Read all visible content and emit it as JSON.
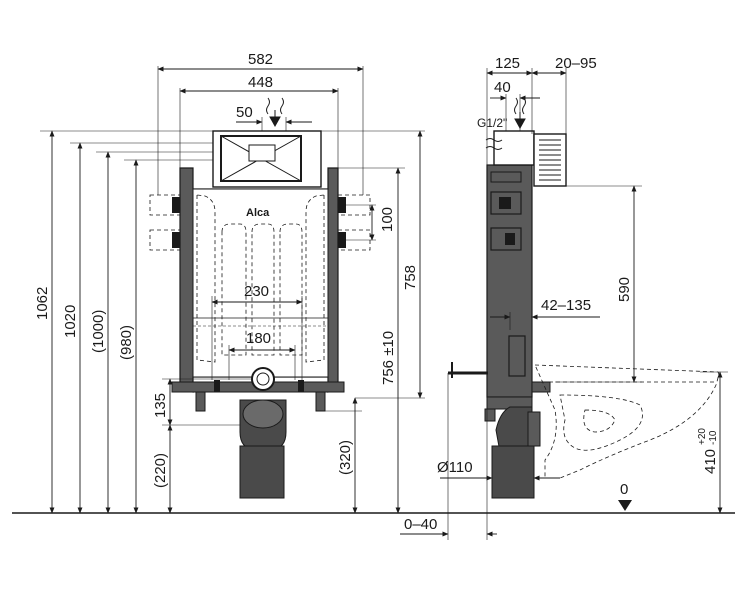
{
  "front_view": {
    "width_outer": "582",
    "width_inner": "448",
    "flush_offset": "50",
    "height_total": "1062",
    "height_1020": "1020",
    "height_1000": "(1000)",
    "height_980": "(980)",
    "bracket_spacing": "100",
    "frame_height": "758",
    "axis_height": "756 ±10",
    "foot_spacing_wide": "230",
    "foot_spacing_narrow": "180",
    "drain_offset": "135",
    "drain_height_left": "(220)",
    "drain_height_right": "(320)",
    "logo": "Alca"
  },
  "side_view": {
    "depth": "125",
    "wall_gap": "20–95",
    "inlet_offset": "40",
    "inlet_thread": "G1/2\"",
    "bowl_axis_height": "590",
    "pipe_range": "42–135",
    "drain_diameter": "Ø110",
    "floor_offset": "0–40",
    "floor_level": "0",
    "bowl_height_main": "410",
    "bowl_height_tol_plus": "+20",
    "bowl_height_tol_minus": "-10"
  },
  "colors": {
    "frame_fill": "#5a5a5a",
    "line": "#1a1a1a",
    "background": "#ffffff"
  }
}
